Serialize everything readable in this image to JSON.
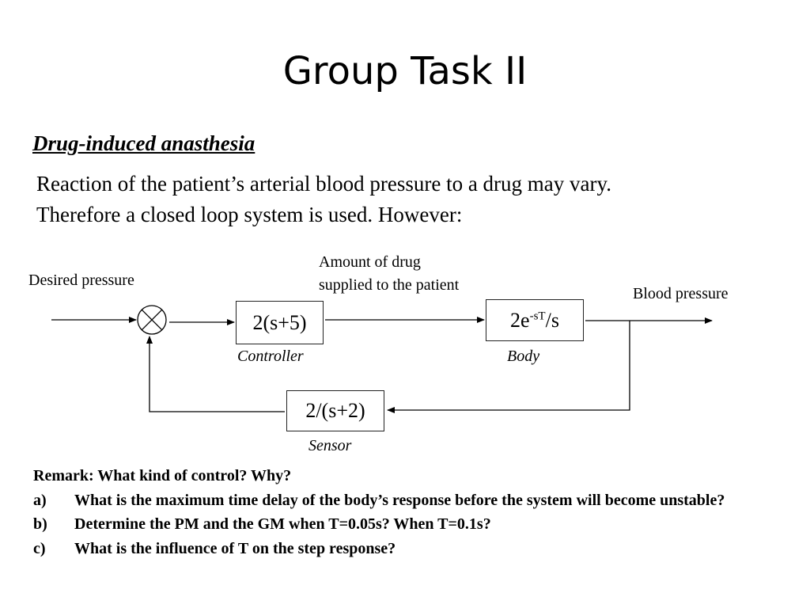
{
  "slide": {
    "title": "Group Task II",
    "subtitle": "Drug-induced anasthesia",
    "intro_lines": [
      "Reaction of the patient’s arterial blood pressure to a drug may vary.",
      "Therefore a closed loop system is used. However:"
    ]
  },
  "diagram": {
    "input_label": "Desired pressure",
    "drug_label_line1": "Amount of drug",
    "drug_label_line2": "supplied to the patient",
    "output_label": "Blood pressure",
    "controller": {
      "tf": "2(s+5)",
      "name": "Controller"
    },
    "body": {
      "tf_prefix": "2e",
      "tf_exp": "-sT",
      "tf_suffix": "/s",
      "name": "Body"
    },
    "sensor": {
      "tf": "2/(s+2)",
      "name": "Sensor"
    }
  },
  "remarks": {
    "heading": "Remark: What kind of control? Why?",
    "items": [
      {
        "marker": "a)",
        "text": "What is the maximum time delay of the body’s response before the system will become unstable?"
      },
      {
        "marker": "b)",
        "text": "Determine the PM and the GM when T=0.05s? When T=0.1s?"
      },
      {
        "marker": "c)",
        "text": "What is the influence of T on the step response?"
      }
    ]
  }
}
